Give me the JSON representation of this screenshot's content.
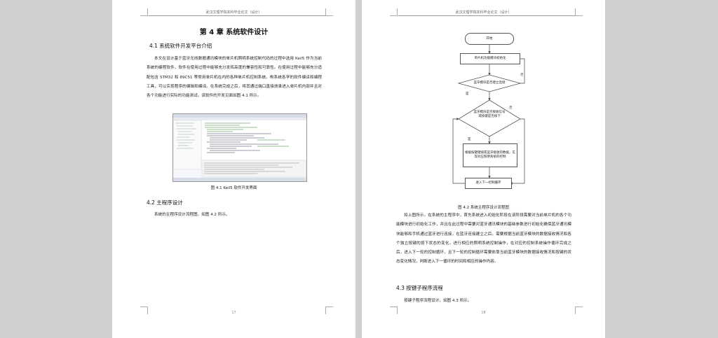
{
  "left_page": {
    "header": "武汉文理学院本科毕业论文（设计）",
    "chapter_title": "第 4 章  系统软件设计",
    "section_41": "4.1  系统软件开发平台介绍",
    "para_41": "本文在设计基于蓝牙无线数据通讯模块的单片机照明系统控制代码的过程中选用 Keil5 作为当前系统的编程软件，软件在使用过程中能够充分发挥高度的兼容性和可靠性。在使用过程中能够充分适配包含 STM32 和 89C51 等常用单片机在内的各种单片机控制系统。构系统各学的软件编译和编程工具，可以实现程序的编辑和编译。在系统完成之后，将其通过端口直接烧录进入单片机内部并且对各个功能进行实际的功能测试。该软件的开发见面如图 4.1 所示。",
    "figure_caption": "图 4.1 Keil5 软件开发界面",
    "section_42": "4.2 主程序设计",
    "para_42": "系统的主程序设计流程图，如图 4.2 所示。",
    "page_number": "17"
  },
  "right_page": {
    "header": "武汉文理学院本科毕业论文（设计）",
    "flowchart": {
      "start": "开始",
      "init": "单片机功能模块初始化",
      "decision1": "蓝牙模块是否建立连接",
      "decision2": "蓝牙模块是否接收信号或按键是否按下",
      "process": "根据按键键值或蓝牙接收的数据，实现对应照明系统的控制",
      "loop": "进入下一控制循环",
      "yes1": "是",
      "no1": "否",
      "yes2": "是",
      "no2": "否"
    },
    "figure_caption": "图 4.2 系统主程序设计流程图",
    "para_main": "如上图所示。在系统的主程序中，首先系统进入初始化阶段在该阶段需要对当前单片机的各个功能模块进行初始化工作，并且在此过程中需要对蓝牙通讯模块的基础参数进行初始化确保蓝牙通讯模块能够和手机通过蓝牙进行连接，在蓝牙连接建立之后，需要根据当前蓝牙模块的数据接收情况和各个独立按键的按下状态的变化，进行相应的照明系统控制操作，在对应的控制系统操作循环完成之后，进入下一轮的控制循环，且下一轮的控制循环需要依靠当前蓝牙模块的数据接收情况和按键的状态变化情况，判断进入下一循环的时间和相应的操作内容。",
    "section_43": "4.3 按键子程序流程",
    "para_43": "按键子程序流程设计，如图 4.3 所示。",
    "page_number": "18"
  },
  "colors": {
    "background": "#cfcfcf",
    "page": "#ffffff",
    "text": "#222222"
  }
}
